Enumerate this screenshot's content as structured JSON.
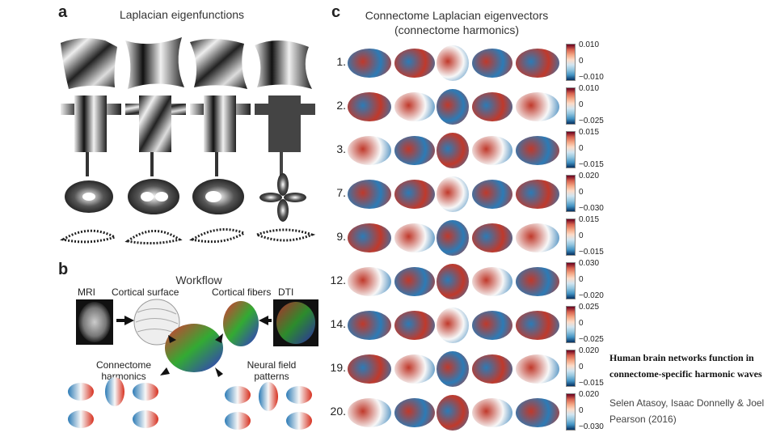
{
  "panel_a": {
    "letter": "a",
    "title": "Laplacian eigenfunctions"
  },
  "panel_b": {
    "letter": "b",
    "title": "Workflow",
    "labels": {
      "mri": "MRI",
      "cortical_surface": "Cortical surface",
      "cortical_fibers": "Cortical fibers",
      "dti": "DTI",
      "connectome_harmonics": "Connectome\nharmonics",
      "neural_field_patterns": "Neural field\npatterns"
    }
  },
  "panel_c": {
    "letter": "c",
    "title_line1": "Connectome Laplacian eigenvectors",
    "title_line2": "(connectome harmonics)",
    "rows": [
      {
        "label": "1.",
        "ticks": [
          "0.010",
          "0",
          "−0.010"
        ]
      },
      {
        "label": "2.",
        "ticks": [
          "0.010",
          "0",
          "−0.025"
        ]
      },
      {
        "label": "3.",
        "ticks": [
          "0.015",
          "0",
          "−0.015"
        ]
      },
      {
        "label": "7.",
        "ticks": [
          "0.020",
          "0",
          "−0.030"
        ]
      },
      {
        "label": "9.",
        "ticks": [
          "0.015",
          "0",
          "−0.015"
        ]
      },
      {
        "label": "12.",
        "ticks": [
          "0.030",
          "0",
          "−0.020"
        ]
      },
      {
        "label": "14.",
        "ticks": [
          "0.025",
          "0",
          "−0.025"
        ]
      },
      {
        "label": "19.",
        "ticks": [
          "0.020",
          "0",
          "−0.015"
        ]
      },
      {
        "label": "20.",
        "ticks": [
          "0.020",
          "0",
          "−0.030"
        ]
      }
    ]
  },
  "caption": {
    "title_line1": "Human brain networks function in",
    "title_line2": "connectome-specific harmonic waves",
    "authors_line1": "Selen Atasoy, Isaac Donnelly & Joel",
    "authors_line2": "Pearson (2016)"
  },
  "colors": {
    "red": "#c0392b",
    "blue": "#2c7bb6",
    "light": "#f7f7f7"
  }
}
